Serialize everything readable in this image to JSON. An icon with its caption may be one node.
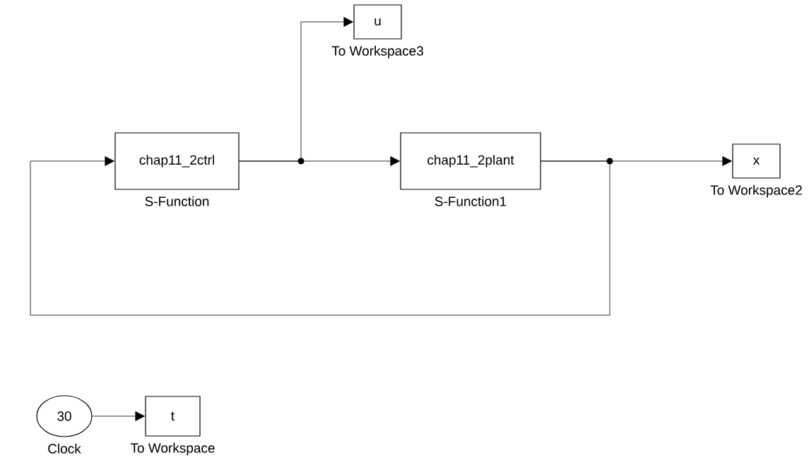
{
  "diagram": {
    "nodes": [
      {
        "text": [
          "chap11_2ctrl"
        ],
        "beside": [
          "S-Function"
        ]
      },
      {
        "text": [
          "chap11_2plant"
        ],
        "beside": [
          "S-Function1"
        ]
      },
      {
        "text": [
          "u"
        ],
        "beside": [
          "To Workspace3"
        ]
      },
      {
        "text": [
          "x"
        ],
        "beside": [
          "To Workspace2"
        ]
      },
      {
        "text": [
          "30"
        ],
        "beside": [
          "Clock"
        ]
      },
      {
        "text": [
          "t"
        ],
        "beside": [
          "To Workspace"
        ]
      }
    ],
    "edges": [
      {
        "from": 0,
        "to": 1,
        "arrow": "to"
      },
      {
        "from": 0,
        "to": 2,
        "arrow": "to"
      },
      {
        "from": 1,
        "to": 3,
        "arrow": "to"
      },
      {
        "from": 1,
        "to": 0,
        "arrow": "to"
      },
      {
        "from": 4,
        "to": 5,
        "arrow": "to"
      }
    ]
  }
}
